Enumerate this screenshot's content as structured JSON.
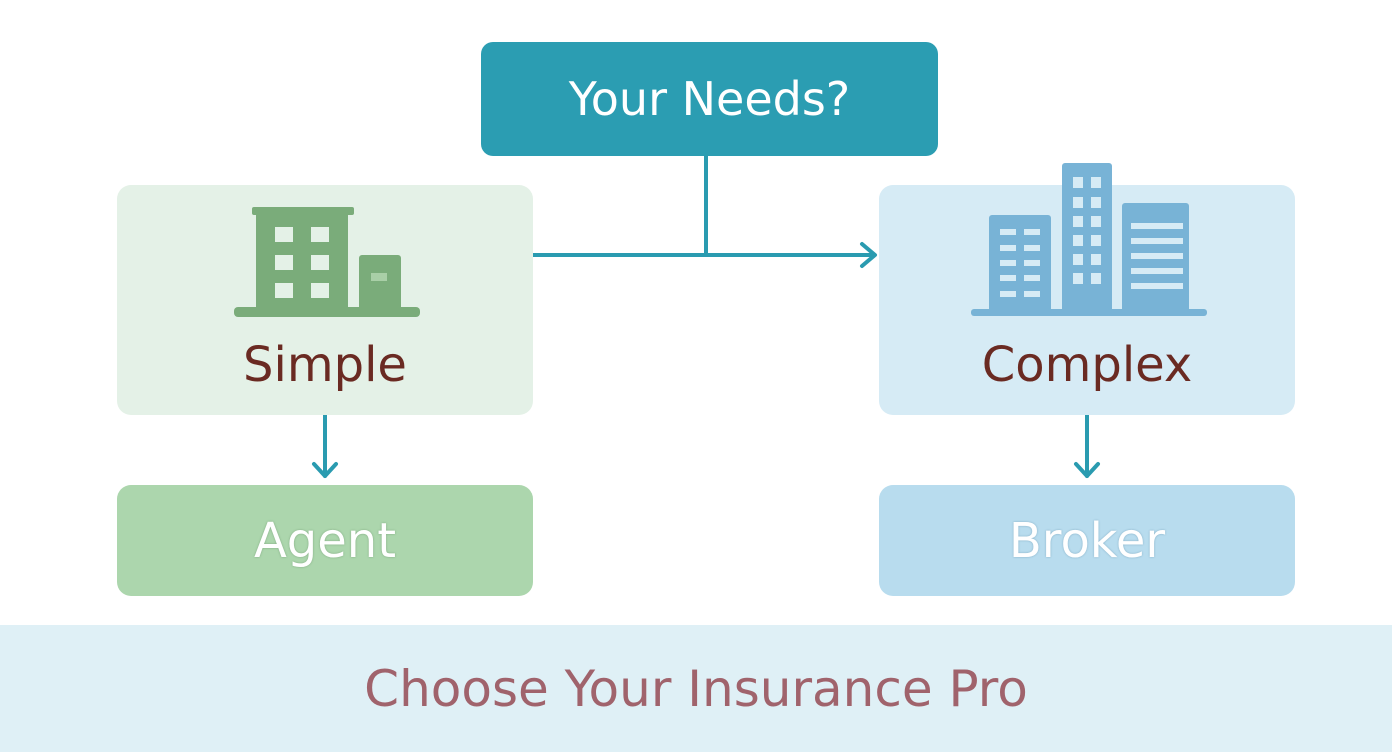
{
  "question": "Your Needs?",
  "options": [
    {
      "label": "Simple",
      "icon": "small-building-icon",
      "result": "Agent"
    },
    {
      "label": "Complex",
      "icon": "office-towers-icon",
      "result": "Broker"
    }
  ],
  "footer": "Choose Your Insurance Pro",
  "colors": {
    "question": "#2b9db2",
    "simple": "#7aac7a",
    "complex": "#78b3d6",
    "label": "#6a2a22",
    "footer_text": "#a0636c"
  }
}
